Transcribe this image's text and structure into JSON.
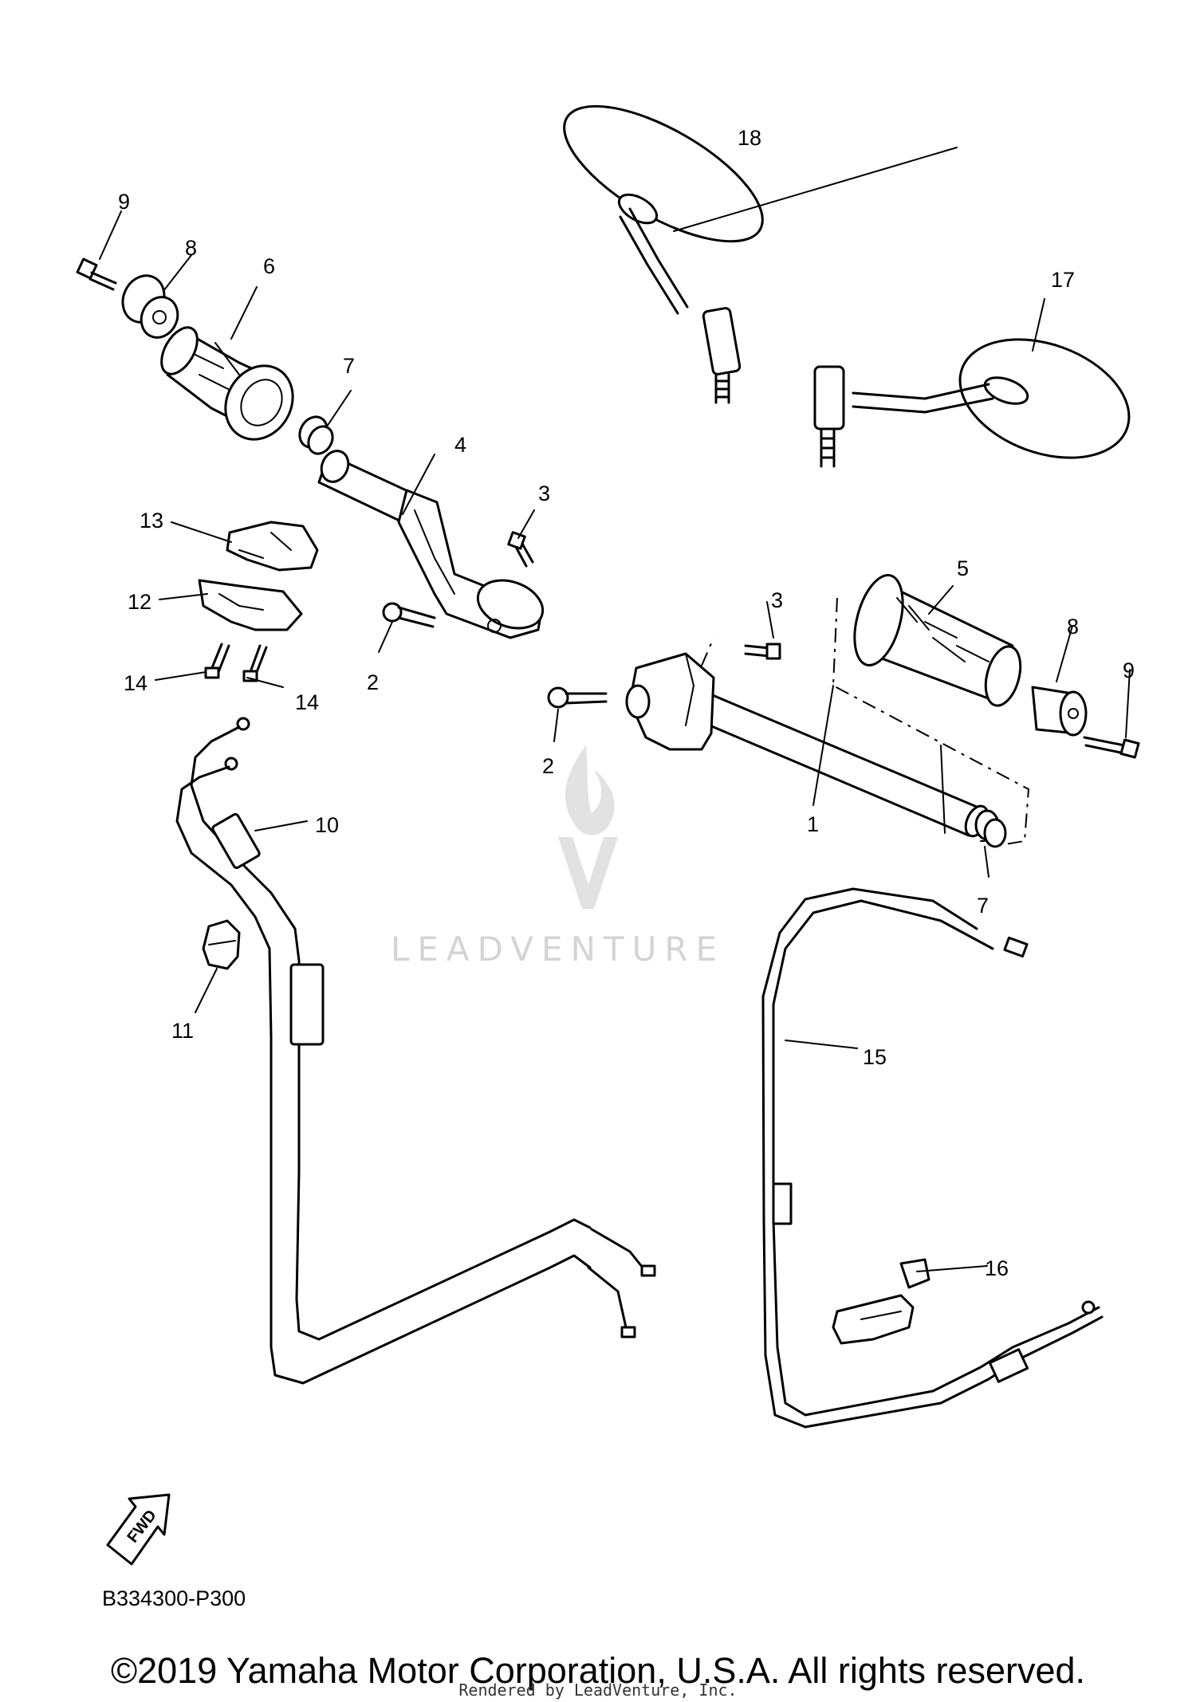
{
  "diagram": {
    "code": "B334300-P300",
    "fwd_label": "FWD",
    "copyright": "©2019 Yamaha Motor Corporation, U.S.A. All rights reserved.",
    "rendered_by": "Rendered by LeadVenture, Inc.",
    "watermark": "LEADVENTURE",
    "callouts": {
      "c1": "1",
      "c2a": "2",
      "c2b": "2",
      "c3a": "3",
      "c3b": "3",
      "c4": "4",
      "c5": "5",
      "c6": "6",
      "c7a": "7",
      "c7b": "7",
      "c8a": "8",
      "c8b": "8",
      "c9a": "9",
      "c9b": "9",
      "c10": "10",
      "c11": "11",
      "c12": "12",
      "c13": "13",
      "c14a": "14",
      "c14b": "14",
      "c15": "15",
      "c16": "16",
      "c17": "17",
      "c18": "18"
    }
  }
}
